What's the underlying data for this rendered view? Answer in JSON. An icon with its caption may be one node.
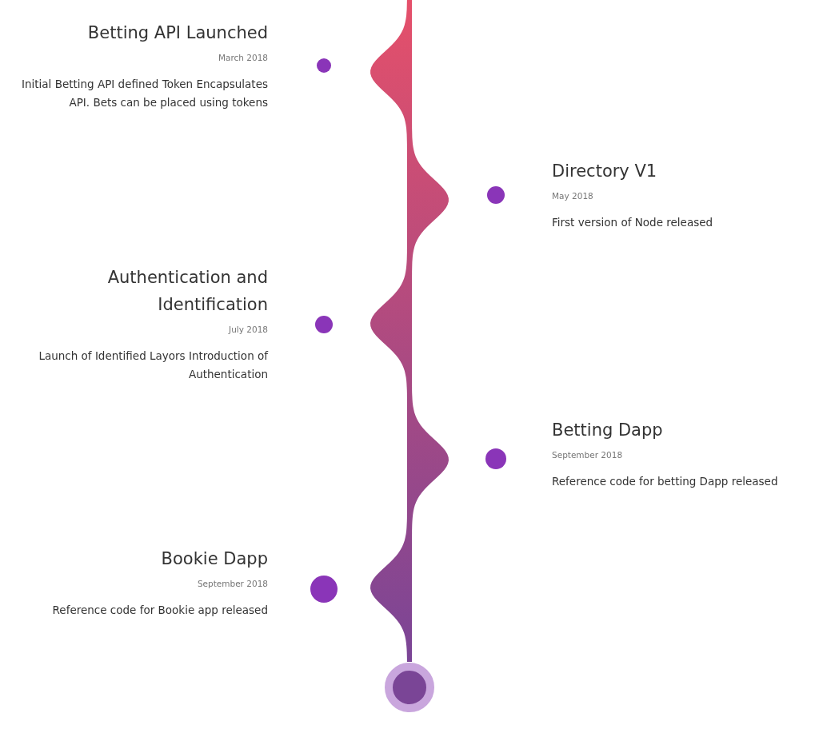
{
  "diagram": {
    "nodes": [
      {
        "text": [
          "Betting API Launched",
          "March 2018",
          "Initial Betting API defined Token Encapsulates API. Bets can be placed using tokens"
        ]
      },
      {
        "text": [
          "Directory V1",
          "May 2018",
          "First version of Node released"
        ]
      },
      {
        "text": [
          "Authentication and Identification",
          "July 2018",
          "Launch of Identified Layors Introduction of Authentication"
        ]
      },
      {
        "text": [
          "Betting Dapp",
          "September 2018",
          "Reference code for betting Dapp released"
        ]
      },
      {
        "text": [
          "Bookie Dapp",
          "September 2018",
          "Reference code for Bookie app released"
        ]
      },
      {
        "text": [],
        "shape": "circle"
      },
      {
        "text": [],
        "shape": "bar"
      }
    ]
  }
}
